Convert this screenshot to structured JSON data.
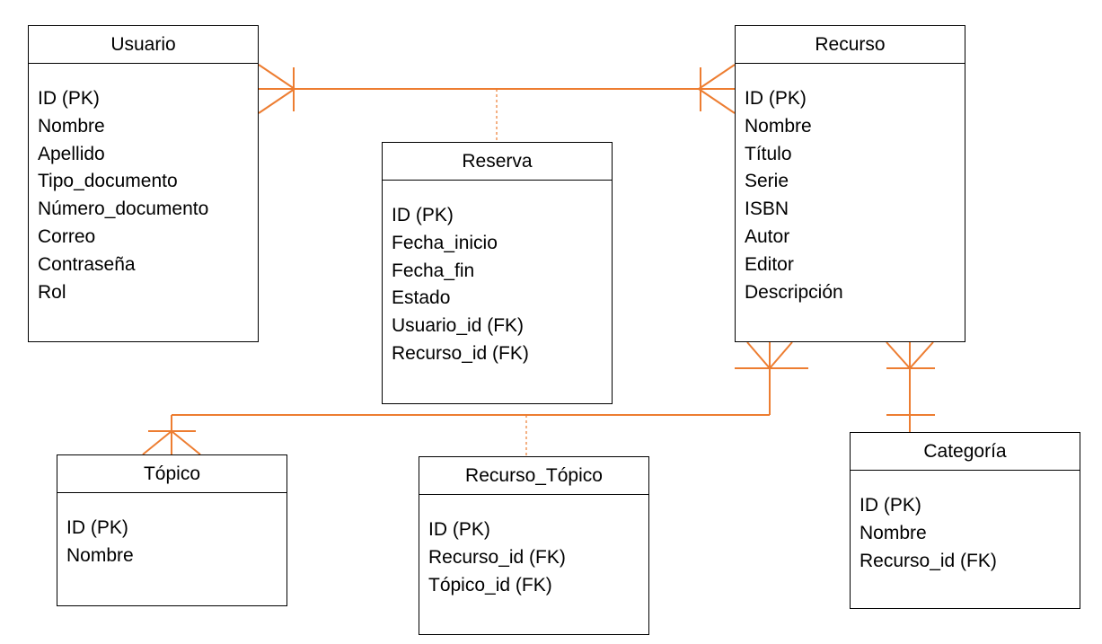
{
  "colors": {
    "relationship": "#ED7D31",
    "border": "#000000",
    "text": "#000000",
    "background": "#FFFFFF"
  },
  "entities": {
    "usuario": {
      "title": "Usuario",
      "attributes": [
        "ID (PK)",
        "Nombre",
        "Apellido",
        "Tipo_documento",
        "Número_documento",
        "Correo",
        "Contraseña",
        "Rol"
      ]
    },
    "recurso": {
      "title": "Recurso",
      "attributes": [
        "ID (PK)",
        "Nombre",
        "Título",
        "Serie",
        "ISBN",
        "Autor",
        "Editor",
        "Descripción"
      ]
    },
    "reserva": {
      "title": "Reserva",
      "attributes": [
        "ID (PK)",
        "Fecha_inicio",
        "Fecha_fin",
        "Estado",
        "Usuario_id (FK)",
        "Recurso_id (FK)"
      ]
    },
    "topico": {
      "title": "Tópico",
      "attributes": [
        "ID (PK)",
        "Nombre"
      ]
    },
    "recurso_topico": {
      "title": "Recurso_Tópico",
      "attributes": [
        "ID (PK)",
        "Recurso_id (FK)",
        "Tópico_id (FK)"
      ]
    },
    "categoria": {
      "title": "Categoría",
      "attributes": [
        "ID (PK)",
        "Nombre",
        "Recurso_id (FK)"
      ]
    }
  },
  "relationships": [
    {
      "from": "usuario",
      "to": "recurso",
      "from_cardinality": "one-or-many",
      "to_cardinality": "one-or-many",
      "associative_entity": "reserva"
    },
    {
      "from": "recurso",
      "to": "topico",
      "from_cardinality": "one-or-many",
      "to_cardinality": "one-or-many",
      "associative_entity": "recurso_topico"
    },
    {
      "from": "recurso",
      "to": "categoria",
      "from_cardinality": "one-or-many",
      "to_cardinality": "one"
    }
  ]
}
